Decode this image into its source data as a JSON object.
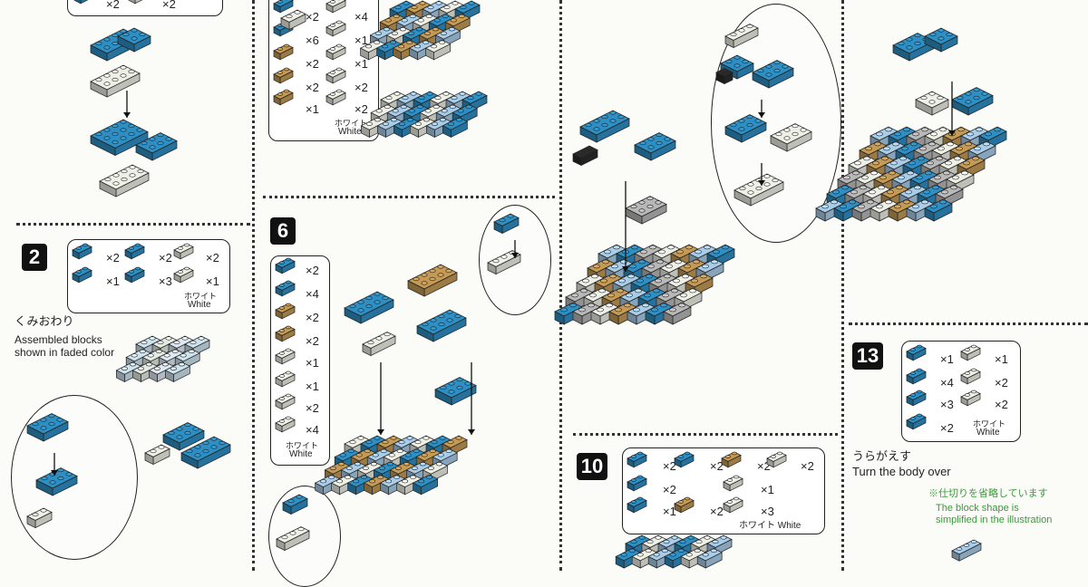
{
  "colors": {
    "blue": "#2d8fc4",
    "light_blue": "#a9cde8",
    "white": "#eef0e6",
    "tan": "#c49a55",
    "grey": "#b8b8b8",
    "black": "#2a2a2a"
  },
  "steps": [
    {
      "number": "2"
    },
    {
      "number": "6"
    },
    {
      "number": "10"
    },
    {
      "number": "13"
    }
  ],
  "common": {
    "white_jp": "ホワイト",
    "white_en": "White"
  },
  "parts_top_left": {
    "a": "×2",
    "b": "×2"
  },
  "parts_step5": [
    "×2",
    "×4",
    "×6",
    "×1",
    "×2",
    "×1",
    "×2",
    "×2",
    "×1",
    "×2"
  ],
  "parts_step2": [
    "×2",
    "×2",
    "×2",
    "×1",
    "×3",
    "×1"
  ],
  "parts_step6": [
    "×2",
    "×4",
    "×2",
    "×2",
    "×1",
    "×1",
    "×2",
    "×4"
  ],
  "parts_step10": [
    "×2",
    "×2",
    "×2",
    "×2",
    "×2",
    "×1",
    "×1",
    "×2",
    "×3"
  ],
  "parts_step10_white": "ホワイト White",
  "parts_step13": [
    "×1",
    "×1",
    "×4",
    "×2",
    "×3",
    "×2",
    "×2"
  ],
  "step2_notes": {
    "jp": "くみおわり",
    "en1": "Assembled blocks",
    "en2": "shown in faded color"
  },
  "step13_notes": {
    "jp": "うらがえす",
    "en": "Turn the body over"
  },
  "simplify_note": {
    "jp": "※仕切りを省略しています",
    "en1": "The block shape is",
    "en2": "simplified in the illustration"
  }
}
